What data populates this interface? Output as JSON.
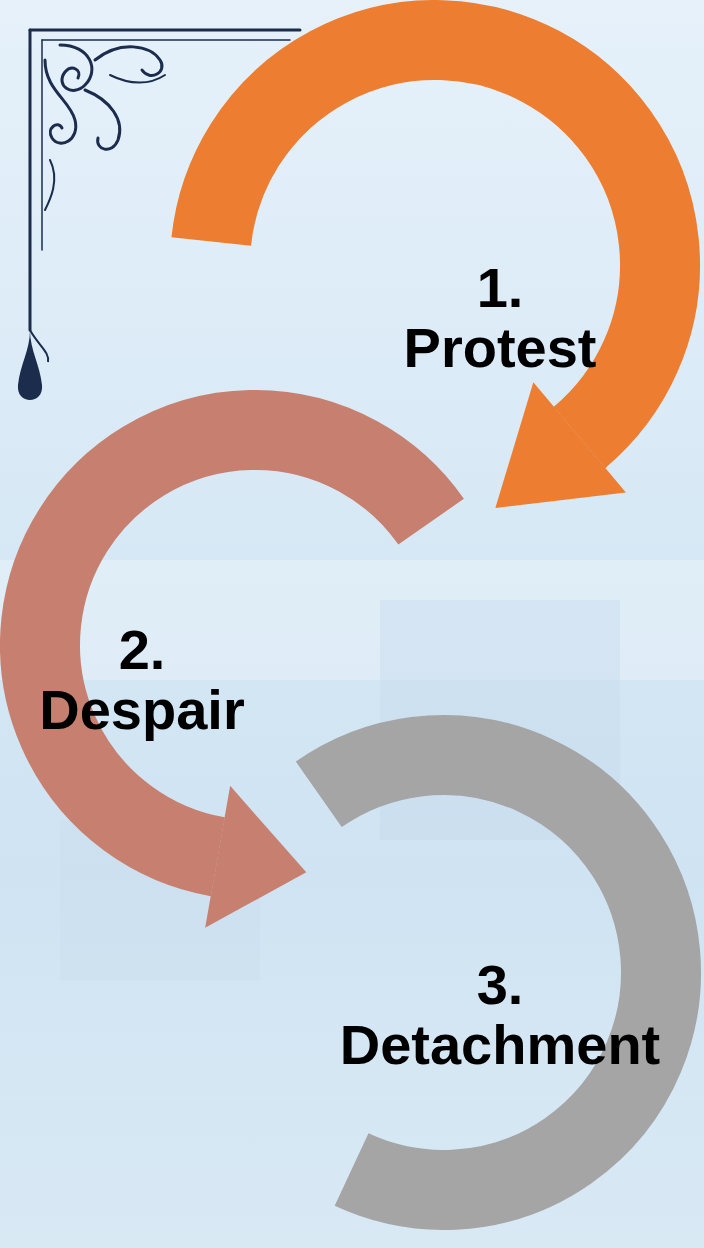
{
  "diagram": {
    "nodes": [
      {
        "text": [
          "1. Protest"
        ]
      },
      {
        "text": [
          "2. Despair"
        ]
      },
      {
        "text": [
          "3. Detachment"
        ]
      }
    ],
    "edges": [
      {
        "from": 0,
        "to": 1,
        "arrow": "to"
      },
      {
        "from": 1,
        "to": 2,
        "arrow": "to"
      }
    ]
  }
}
